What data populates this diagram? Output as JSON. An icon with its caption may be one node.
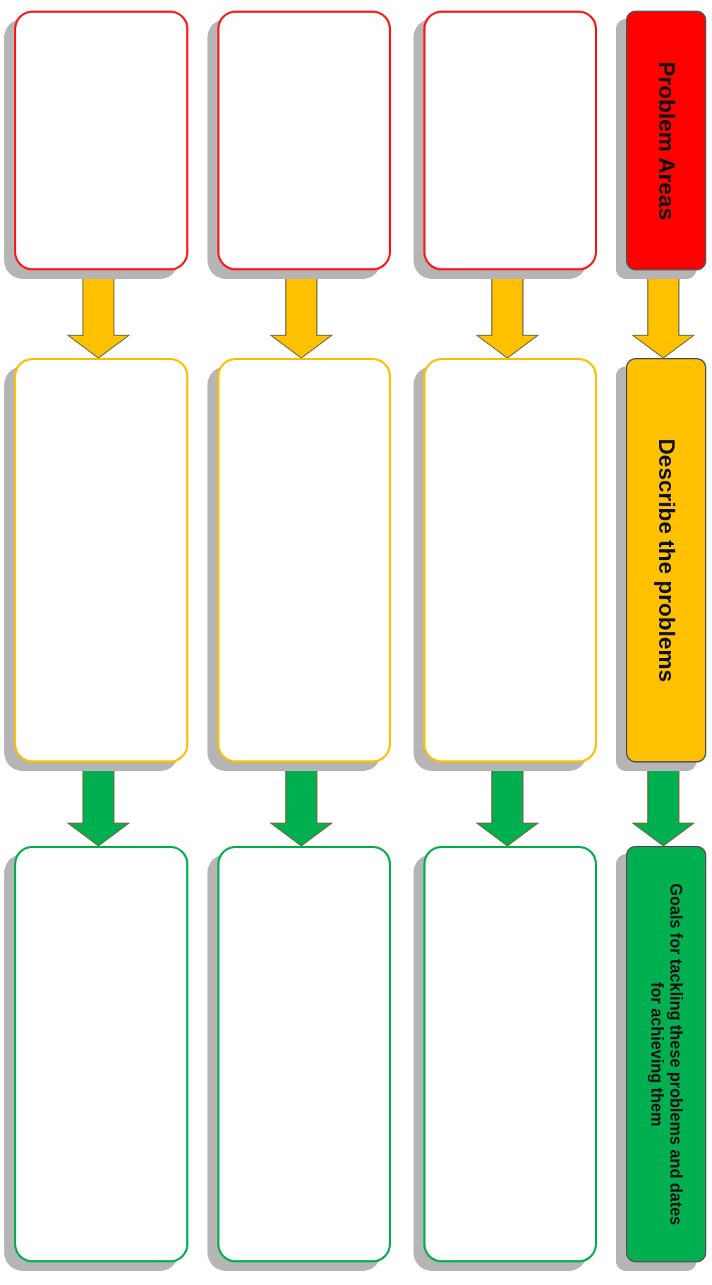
{
  "diagram": {
    "nodes": [
      {
        "text": [
          "Problem Areas"
        ]
      },
      {
        "text": [
          "Describe the problems"
        ]
      },
      {
        "text": [
          "Goals for tackling these problems and dates for achieving them"
        ]
      },
      {
        "text": [],
        "shape": "box"
      },
      {
        "text": [],
        "shape": "box"
      },
      {
        "text": [],
        "shape": "box"
      },
      {
        "text": [],
        "shape": "box"
      },
      {
        "text": [],
        "shape": "box"
      },
      {
        "text": [],
        "shape": "box"
      },
      {
        "text": [],
        "shape": "box"
      },
      {
        "text": [],
        "shape": "box"
      },
      {
        "text": [],
        "shape": "box"
      }
    ],
    "edges": [
      {
        "from": 0,
        "to": 1,
        "arrow": "to"
      },
      {
        "from": 1,
        "to": 2,
        "arrow": "to",
        "color": "#00b050"
      },
      {
        "from": 3,
        "to": 4,
        "arrow": "to"
      },
      {
        "from": 4,
        "to": 5,
        "arrow": "to",
        "color": "#00b050"
      },
      {
        "from": 6,
        "to": 7,
        "arrow": "to"
      },
      {
        "from": 7,
        "to": 8,
        "arrow": "to",
        "color": "#00b050"
      },
      {
        "from": 9,
        "to": 10,
        "arrow": "to"
      },
      {
        "from": 10,
        "to": 11,
        "arrow": "to",
        "color": "#00b050"
      }
    ]
  }
}
